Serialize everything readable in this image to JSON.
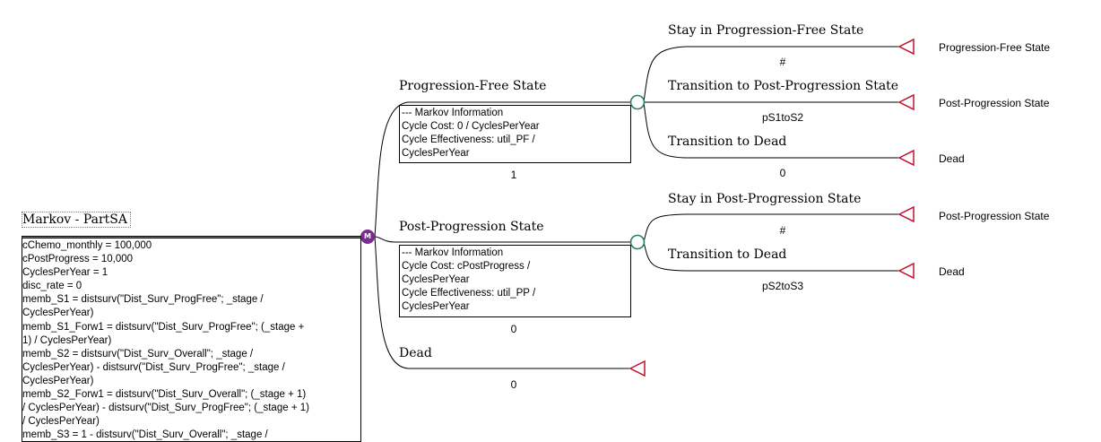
{
  "root": {
    "title": "Markov - PartSA",
    "definitions": [
      "cChemo_monthly = 100,000",
      " cPostProgress = 10,000",
      " CyclesPerYear = 1",
      " disc_rate = 0",
      " memb_S1 = distsurv(\"Dist_Surv_ProgFree\"; _stage /",
      "CyclesPerYear)",
      " memb_S1_Forw1 = distsurv(\"Dist_Surv_ProgFree\"; (_stage +",
      "1) / CyclesPerYear)",
      " memb_S2 = distsurv(\"Dist_Surv_Overall\"; _stage /",
      "CyclesPerYear) - distsurv(\"Dist_Surv_ProgFree\"; _stage /",
      "CyclesPerYear)",
      " memb_S2_Forw1 = distsurv(\"Dist_Surv_Overall\"; (_stage + 1)",
      "/ CyclesPerYear) - distsurv(\"Dist_Surv_ProgFree\"; (_stage + 1)",
      "/ CyclesPerYear)",
      " memb_S3 = 1 - distsurv(\"Dist_Surv_Overall\"; _stage /"
    ],
    "markov_badge": "M"
  },
  "states": [
    {
      "name": "Progression-Free State",
      "info": [
        "--- Markov Information",
        " Cycle Cost: 0 / CyclesPerYear",
        " Cycle Effectiveness: util_PF /",
        "CyclesPerYear"
      ],
      "probability": "1",
      "transitions": [
        {
          "label": "Stay in Progression-Free State",
          "probability": "#",
          "target": "Progression-Free State"
        },
        {
          "label": "Transition to Post-Progression State",
          "probability": "pS1toS2",
          "target": "Post-Progression State"
        },
        {
          "label": "Transition to Dead",
          "probability": "0",
          "target": "Dead"
        }
      ]
    },
    {
      "name": "Post-Progression State",
      "info": [
        "--- Markov Information",
        " Cycle Cost: cPostProgress /",
        "CyclesPerYear",
        " Cycle Effectiveness: util_PP /",
        "CyclesPerYear"
      ],
      "probability": "0",
      "transitions": [
        {
          "label": "Stay in Post-Progression State",
          "probability": "#",
          "target": "Post-Progression State"
        },
        {
          "label": "Transition to Dead",
          "probability": "pS2toS3",
          "target": "Dead"
        }
      ]
    },
    {
      "name": "Dead",
      "probability": "0"
    }
  ],
  "colors": {
    "markov": "#7b2d8e",
    "chance": "#2e7d5b",
    "terminal": "#c0142c",
    "line": "#000000"
  }
}
